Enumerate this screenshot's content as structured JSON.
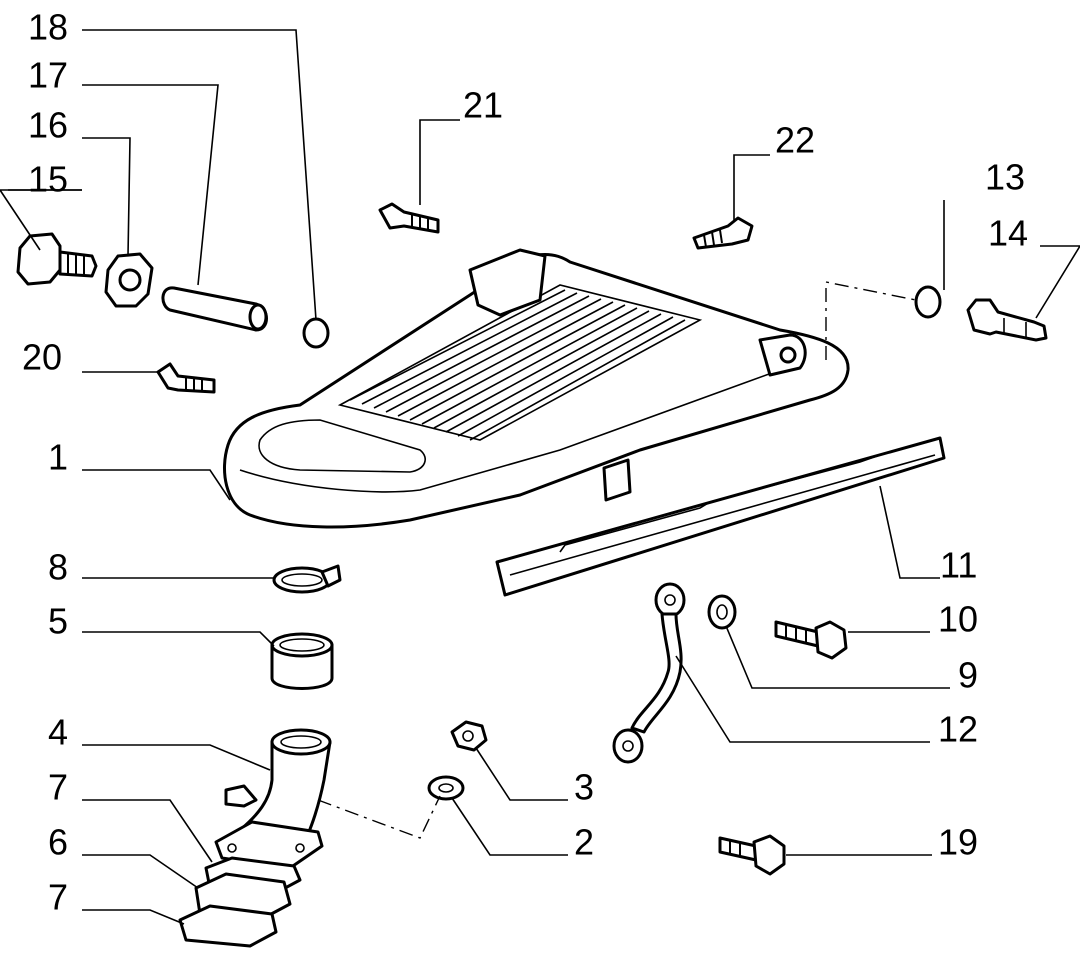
{
  "callouts": {
    "c1": "1",
    "c2": "2",
    "c3": "3",
    "c4": "4",
    "c5": "5",
    "c6": "6",
    "c7a": "7",
    "c7b": "7",
    "c8": "8",
    "c9": "9",
    "c10": "10",
    "c11": "11",
    "c12": "12",
    "c13": "13",
    "c14": "14",
    "c15": "15",
    "c16": "16",
    "c17": "17",
    "c18": "18",
    "c19": "19",
    "c20": "20",
    "c21": "21",
    "c22": "22"
  }
}
